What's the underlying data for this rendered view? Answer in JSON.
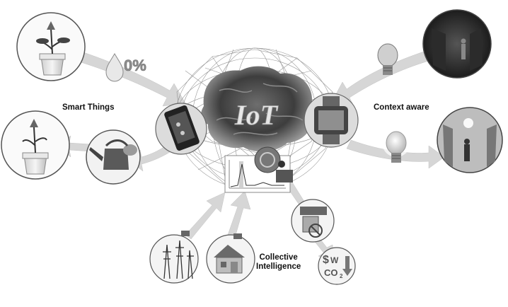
{
  "center": {
    "label": "IoT"
  },
  "labels": {
    "smart_things": "Smart Things",
    "context_aware": "Context aware",
    "collective": [
      "Collective",
      "Intelligence"
    ]
  },
  "water_level": "0%",
  "savings_symbols": {
    "dollar": "$",
    "watt": "W",
    "co2": "CO",
    "co2_sub": "2"
  },
  "colors": {
    "background": "#ffffff",
    "arrow": "#d4d4d4",
    "circle_stroke": "#555555",
    "mesh": "#8a8a8a"
  }
}
